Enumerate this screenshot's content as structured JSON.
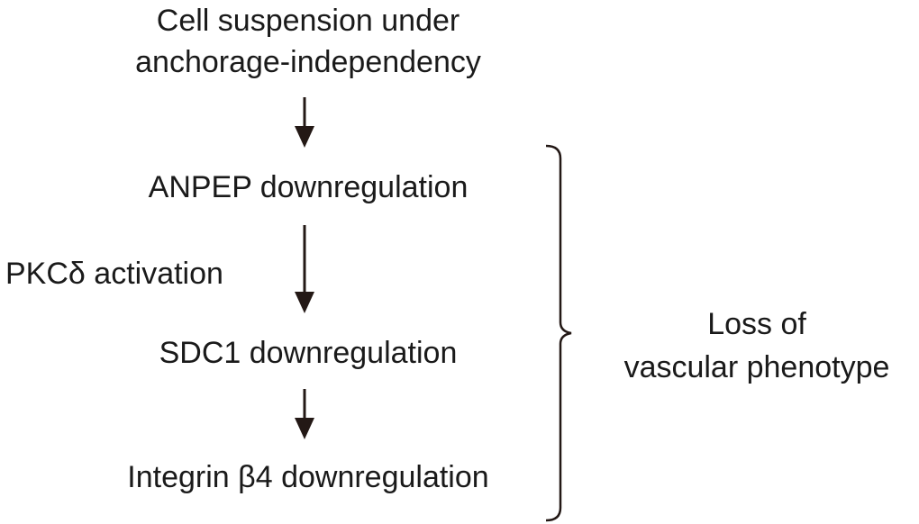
{
  "steps": {
    "start_line_1": "Cell suspension under",
    "start_line_2": "anchorage-independency",
    "anpep": "ANPEP downregulation",
    "sdc1": "SDC1 downregulation",
    "itgb4": "Integrin β4 downregulation"
  },
  "side_labels": {
    "pkcd": "PKCδ activation"
  },
  "outcome": {
    "line_1": "Loss of",
    "line_2": "vascular phenotype"
  },
  "colors": {
    "ink": "#231815"
  }
}
